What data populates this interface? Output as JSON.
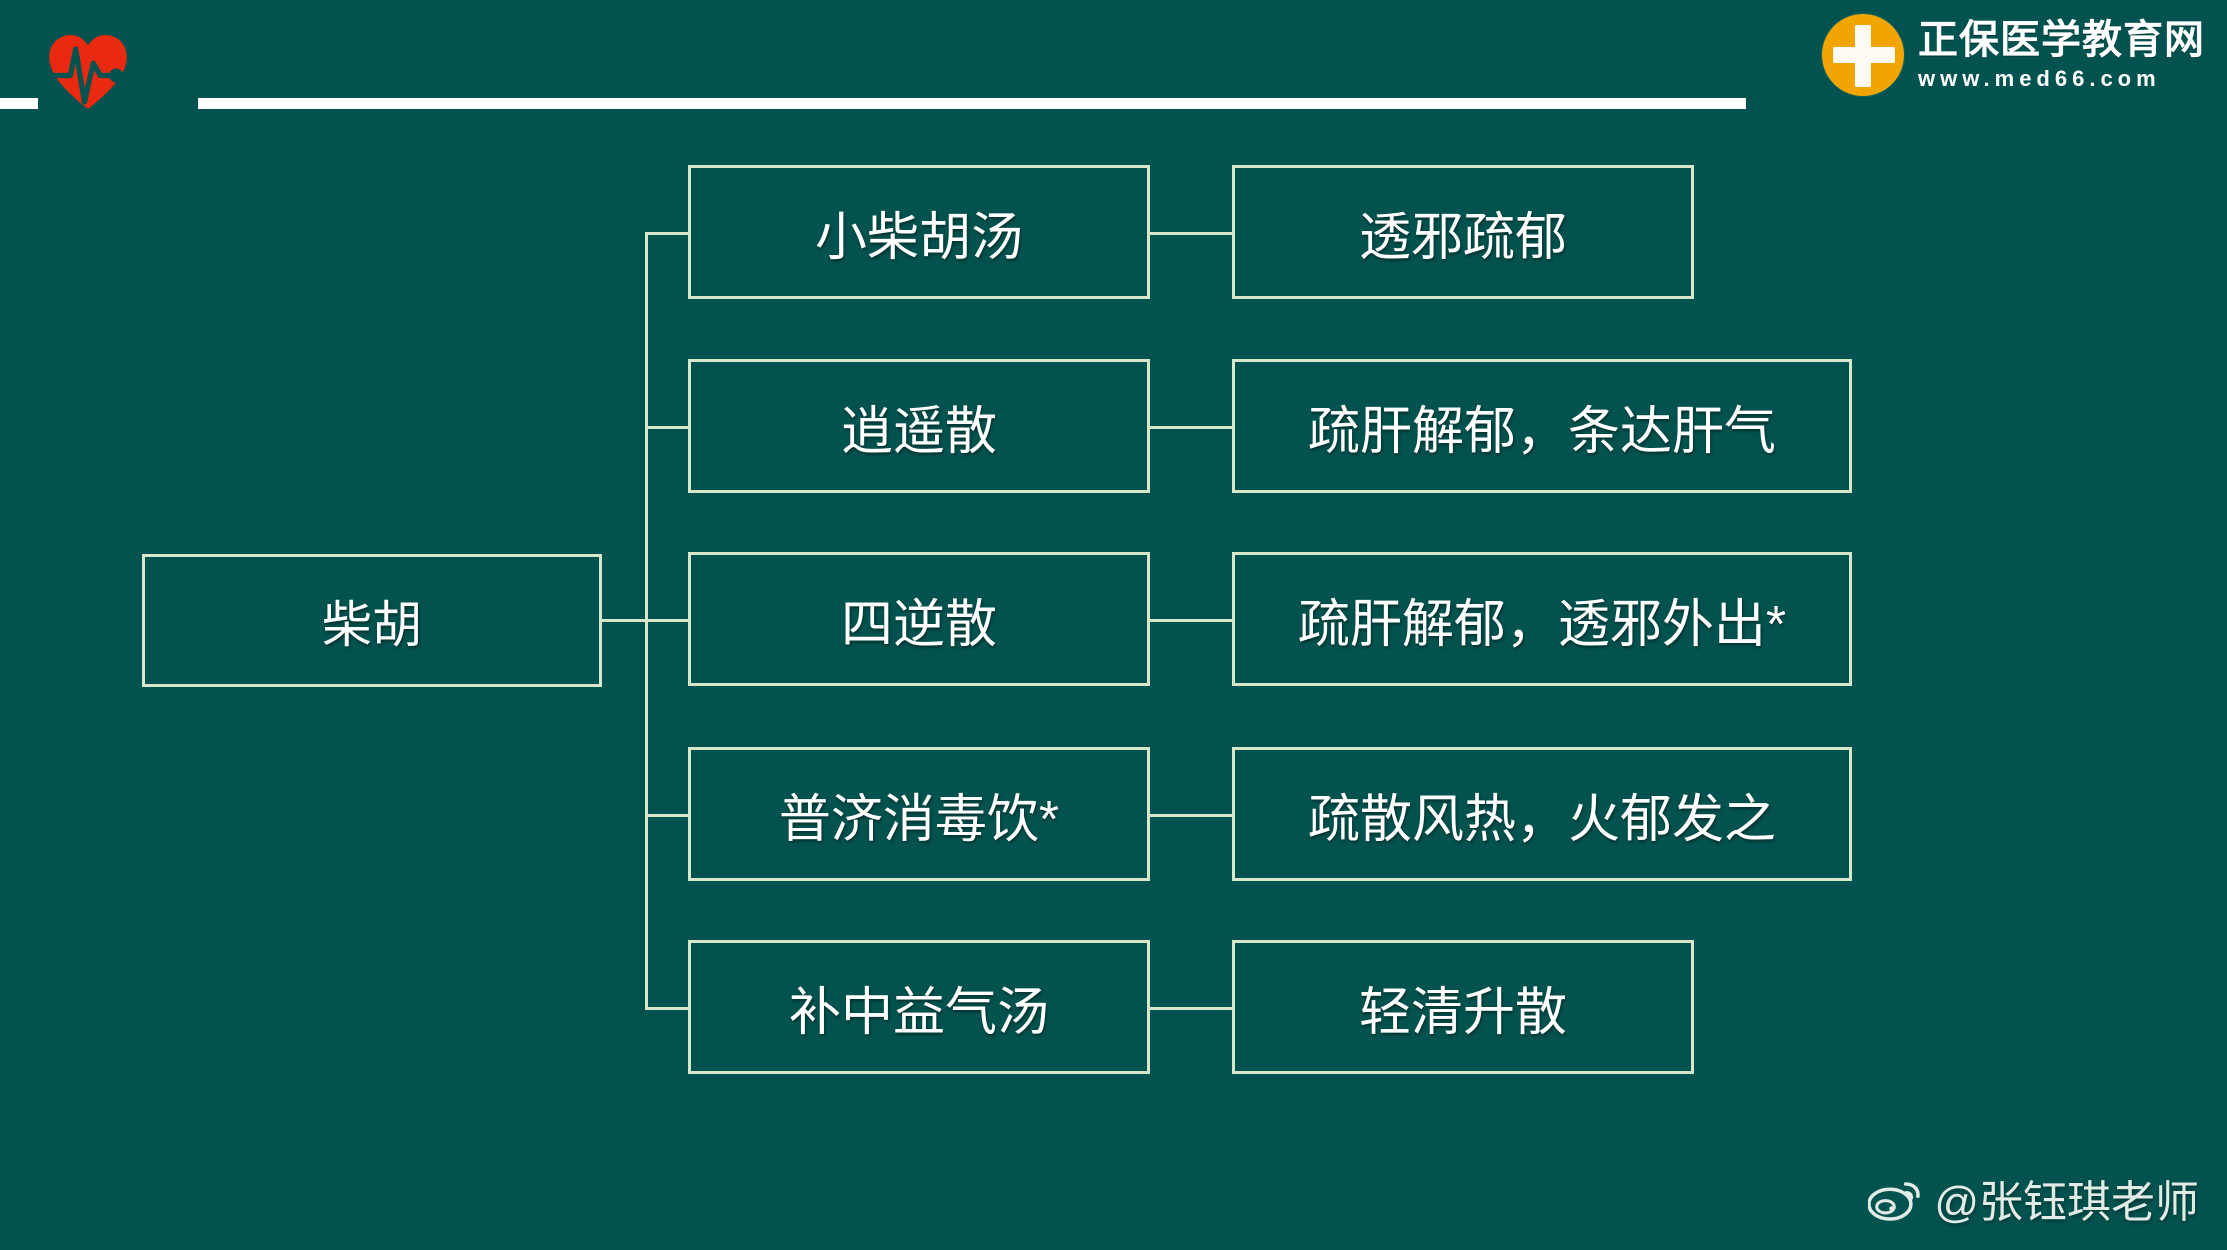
{
  "header": {
    "heart_icon": "heart-ecg-icon",
    "divider": "header-divider"
  },
  "brand": {
    "mark_icon": "medical-cross-circle-icon",
    "name": "正保医学教育网",
    "url": "www.med66.com"
  },
  "diagram": {
    "root": {
      "label": "柴胡"
    },
    "rows": [
      {
        "formula": "小柴胡汤",
        "effect": "透邪疏郁"
      },
      {
        "formula": "逍遥散",
        "effect": "疏肝解郁，条达肝气"
      },
      {
        "formula": "四逆散",
        "effect": "疏肝解郁，透邪外出*"
      },
      {
        "formula": "普济消毒饮*",
        "effect": "疏散风热，火郁发之"
      },
      {
        "formula": "补中益气汤",
        "effect": "轻清升散"
      }
    ]
  },
  "watermark": {
    "icon": "weibo-icon",
    "handle": "@张钰琪老师"
  },
  "colors": {
    "background": "#02534f",
    "border": "#d6e8c9",
    "text": "#ffffff",
    "brand_orange": "#f0a500",
    "heart_red": "#ea2a10",
    "rule": "#ffffff"
  }
}
